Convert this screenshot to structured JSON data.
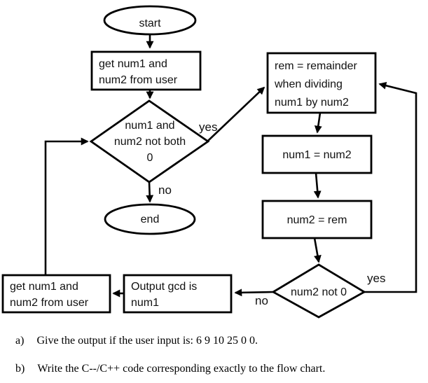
{
  "flowchart": {
    "colors": {
      "stroke": "#000000",
      "background": "#ffffff",
      "text": "#111111"
    },
    "nodes": {
      "start": {
        "label": "start",
        "shape": "oval"
      },
      "get_input_top": {
        "label": "get num1 and\nnum2 from user",
        "shape": "rect"
      },
      "decision1": {
        "label": "num1 and\nnum2 not both\n0",
        "shape": "diamond"
      },
      "end": {
        "label": "end",
        "shape": "oval"
      },
      "rem": {
        "label": "rem = remainder\nwhen dividing\nnum1 by num2",
        "shape": "rect"
      },
      "assign_num1": {
        "label": "num1 = num2",
        "shape": "rect"
      },
      "assign_num2": {
        "label": "num2 = rem",
        "shape": "rect"
      },
      "decision2": {
        "label": "num2 not 0",
        "shape": "diamond"
      },
      "output": {
        "label": "Output gcd is\nnum1",
        "shape": "rect"
      },
      "get_input_bottom": {
        "label": "get num1 and\nnum2 from user",
        "shape": "rect"
      }
    },
    "edge_labels": {
      "decision1_yes": "yes",
      "decision1_no": "no",
      "decision2_yes": "yes",
      "decision2_no": "no"
    }
  },
  "questions": {
    "a_label": "a)",
    "a_text": "Give the output if the user input is: 6 9 10 25 0 0.",
    "b_label": "b)",
    "b_text": "Write the C--/C++ code corresponding exactly to the flow chart."
  }
}
